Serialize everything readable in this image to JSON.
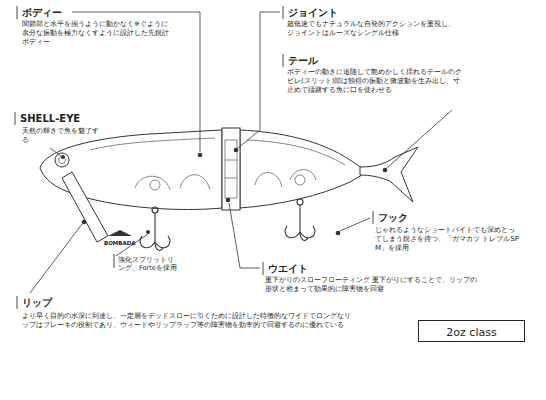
{
  "diagram": {
    "nodes": [
      {
        "text": [
          "2oz class"
        ]
      }
    ],
    "edges": [],
    "labels": [
      "ボディー",
      "関節部と水平を揃うように動かなく※ぐように余分な振動を極力なくすように設計した先鋭計ボディー",
      "ジョイント",
      "超低速でもナチュラルな自発的アクションを重視し、ジョイントはルーズなシングル仕様",
      "テール",
      "ボディーの動きに追随して艶めかしく揺れるテールのクビレ(スリット)部は独得の振動と微波動を生み出し、寸止めで躊躇する魚に口を使わせる",
      "SHELL-EYE",
      "天然の輝きで魚を魅了する",
      "フック",
      "じゃれるようなショートバイトでも深めとってしまう鋭さを持つ、「ガマカツ トレブルSP M」を採用",
      "BOMBADA",
      "強化スプリットリング、Forteを採用",
      "ウエイト",
      "重下がりのスローフローティング 重下がりにすることで、リップの形状と相まって効果的に障害物を回避",
      "リップ",
      "より早く目的の水深に到達し、一定層をデッドスローに引くために設計した特徴的なワイドでロングなリップはブレーキの役割であり、ウィードやリップラップ等の障害物を効率的で回避するのに優れている"
    ]
  }
}
